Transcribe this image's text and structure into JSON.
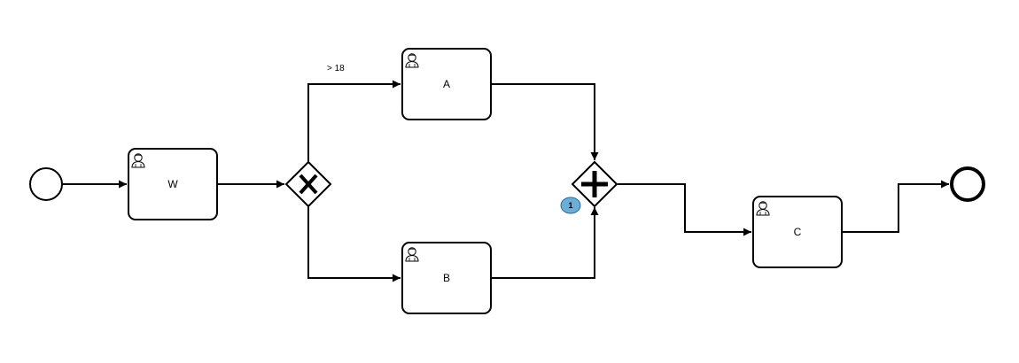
{
  "diagram": {
    "start_event": {
      "label": ""
    },
    "tasks": {
      "w": {
        "label": "W",
        "icon": "user-icon"
      },
      "a": {
        "label": "A",
        "icon": "user-icon"
      },
      "b": {
        "label": "B",
        "icon": "user-icon"
      },
      "c": {
        "label": "C",
        "icon": "user-icon"
      }
    },
    "gateways": {
      "exclusive": {
        "type": "exclusive",
        "symbol": "X"
      },
      "parallel": {
        "type": "parallel",
        "symbol": "+"
      }
    },
    "flows": {
      "to_a_condition": "> 18"
    },
    "badge": {
      "text": "1",
      "color": "#6baed6"
    },
    "end_event": {
      "label": ""
    },
    "colors": {
      "stroke": "#000000",
      "fill": "#ffffff",
      "badge": "#6baed6"
    }
  }
}
